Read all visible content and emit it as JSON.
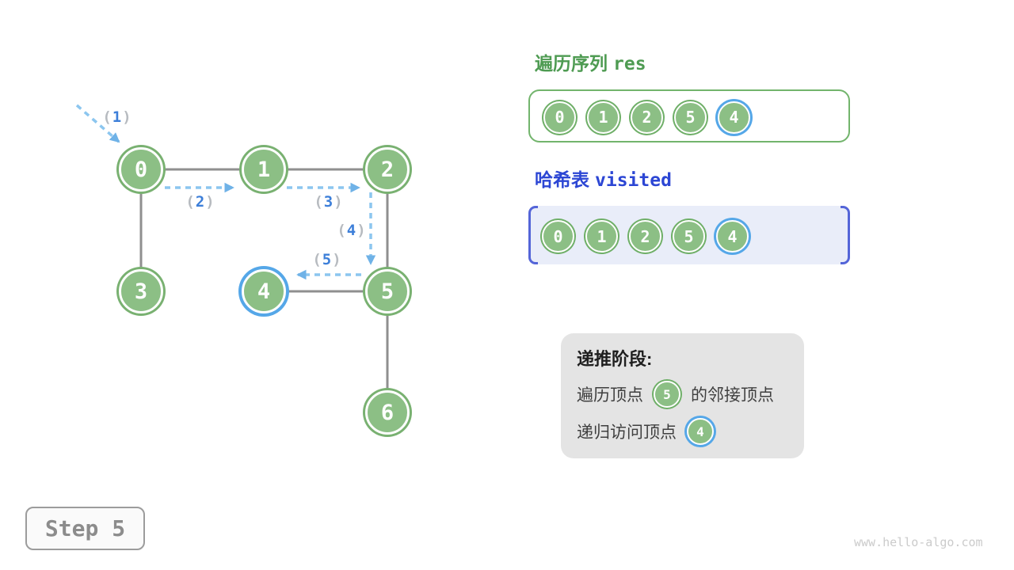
{
  "graph": {
    "nodes": [
      {
        "label": "0",
        "current": false
      },
      {
        "label": "1",
        "current": false
      },
      {
        "label": "2",
        "current": false
      },
      {
        "label": "3",
        "current": false
      },
      {
        "label": "4",
        "current": true
      },
      {
        "label": "5",
        "current": false
      },
      {
        "label": "6",
        "current": false
      }
    ],
    "edges": [
      [
        "0",
        "1"
      ],
      [
        "1",
        "2"
      ],
      [
        "0",
        "3"
      ],
      [
        "4",
        "5"
      ],
      [
        "2",
        "5"
      ],
      [
        "5",
        "6"
      ]
    ],
    "step_labels": [
      {
        "open": "(",
        "value": "1",
        "close": ")"
      },
      {
        "open": "(",
        "value": "2",
        "close": ")"
      },
      {
        "open": "(",
        "value": "3",
        "close": ")"
      },
      {
        "open": "(",
        "value": "4",
        "close": ")"
      },
      {
        "open": "(",
        "value": "5",
        "close": ")"
      }
    ]
  },
  "res_panel": {
    "title_zh": "遍历序列",
    "title_code": "res",
    "items": [
      {
        "label": "0",
        "current": false
      },
      {
        "label": "1",
        "current": false
      },
      {
        "label": "2",
        "current": false
      },
      {
        "label": "5",
        "current": false
      },
      {
        "label": "4",
        "current": true
      }
    ]
  },
  "visited_panel": {
    "title_zh": "哈希表",
    "title_code": "visited",
    "items": [
      {
        "label": "0",
        "current": false
      },
      {
        "label": "1",
        "current": false
      },
      {
        "label": "2",
        "current": false
      },
      {
        "label": "5",
        "current": false
      },
      {
        "label": "4",
        "current": true
      }
    ]
  },
  "info_box": {
    "heading": "递推阶段:",
    "line1": {
      "prefix": "遍历顶点",
      "node": "5",
      "suffix": "的邻接顶点"
    },
    "line2": {
      "prefix": "递归访问顶点",
      "node": "4"
    }
  },
  "step_box": {
    "label": "Step 5"
  },
  "watermark": "www.hello-algo.com",
  "colors": {
    "node_fill": "#8CBF85",
    "node_ring": "#79B171",
    "highlight_blue": "#55A7E8",
    "edge_gray": "#8F8F8F",
    "arrow_blue": "#8CC6EF",
    "arrowhead_blue": "#6FB2E7",
    "label_digit_blue": "#3D7FD9",
    "label_paren_gray": "#B7BBC0",
    "res_title_green": "#4E9B52",
    "res_border_green": "#72B46C",
    "visited_title_blue": "#2C46D4",
    "visited_bg": "#E9EDF9",
    "visited_bracket_blue": "#5465D8",
    "info_bg": "#E4E4E4",
    "step_text_gray": "#8C8C8C",
    "watermark_gray": "#CBCBCB"
  }
}
